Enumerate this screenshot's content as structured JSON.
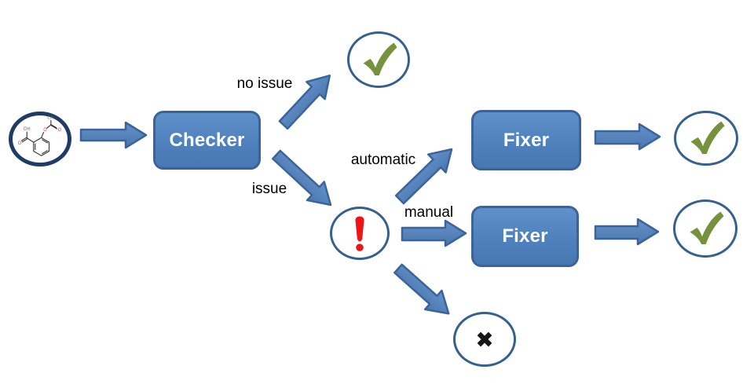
{
  "nodes": {
    "checker": "Checker",
    "fixer_automatic": "Fixer",
    "fixer_manual": "Fixer"
  },
  "edge_labels": {
    "no_issue": "no issue",
    "issue": "issue",
    "automatic": "automatic",
    "manual": "manual"
  },
  "molecule": {
    "atom_labels": {
      "hydroxyl": "OH",
      "carboxyl_o": "O",
      "ester_o": "O",
      "carbonyl_o": "O",
      "methyl": "CH₃"
    }
  },
  "icons": {
    "input": "molecule-icon",
    "success": "check-icon",
    "issue": "exclamation-icon",
    "reject": "cross-icon",
    "connector": "block-arrow-icon"
  },
  "colors": {
    "shape_fill": "#4F81BD",
    "shape_border": "#3A639A",
    "circle_border": "#35618F",
    "molecule_circle_border": "#1F3B66",
    "check_green": "#76923C",
    "error_red": "#ED1515",
    "reject_black": "#151515",
    "label_text": "#000000",
    "box_text": "#FFFFFF"
  }
}
